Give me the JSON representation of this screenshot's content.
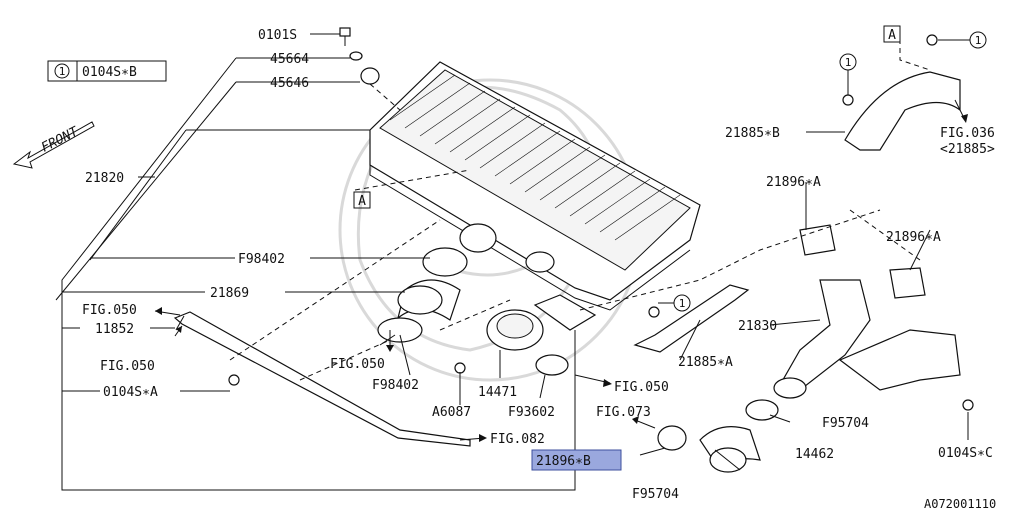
{
  "legend": {
    "callout_num": "1",
    "callout_part": "0104S∗B"
  },
  "front_label": "FRONT",
  "ref_a": "A",
  "callout_num": "1",
  "labels": {
    "p0101s": "0101S",
    "p45664": "45664",
    "p45646": "45646",
    "p21820": "21820",
    "pF98402a": "F98402",
    "p21869": "21869",
    "fig050a": "FIG.050",
    "p11852": "11852",
    "fig050b": "FIG.050",
    "p0104sA": "0104S∗A",
    "fig050c": "FIG.050",
    "pF98402b": "F98402",
    "p14471": "14471",
    "pA6087": "A6087",
    "pF93602": "F93602",
    "fig050d": "FIG.050",
    "fig082": "FIG.082",
    "p21896B": "21896∗B",
    "fig073": "FIG.073",
    "pF95704a": "F95704",
    "p14462": "14462",
    "pF95704b": "F95704",
    "p21830": "21830",
    "p21896Aa": "21896∗A",
    "p21896Ab": "21896∗A",
    "p21885A": "21885∗A",
    "p21885B": "21885∗B",
    "fig036": "FIG.036",
    "fig036sub": "<21885>",
    "p0104sC": "0104S∗C",
    "diagram_id": "A072001110"
  }
}
